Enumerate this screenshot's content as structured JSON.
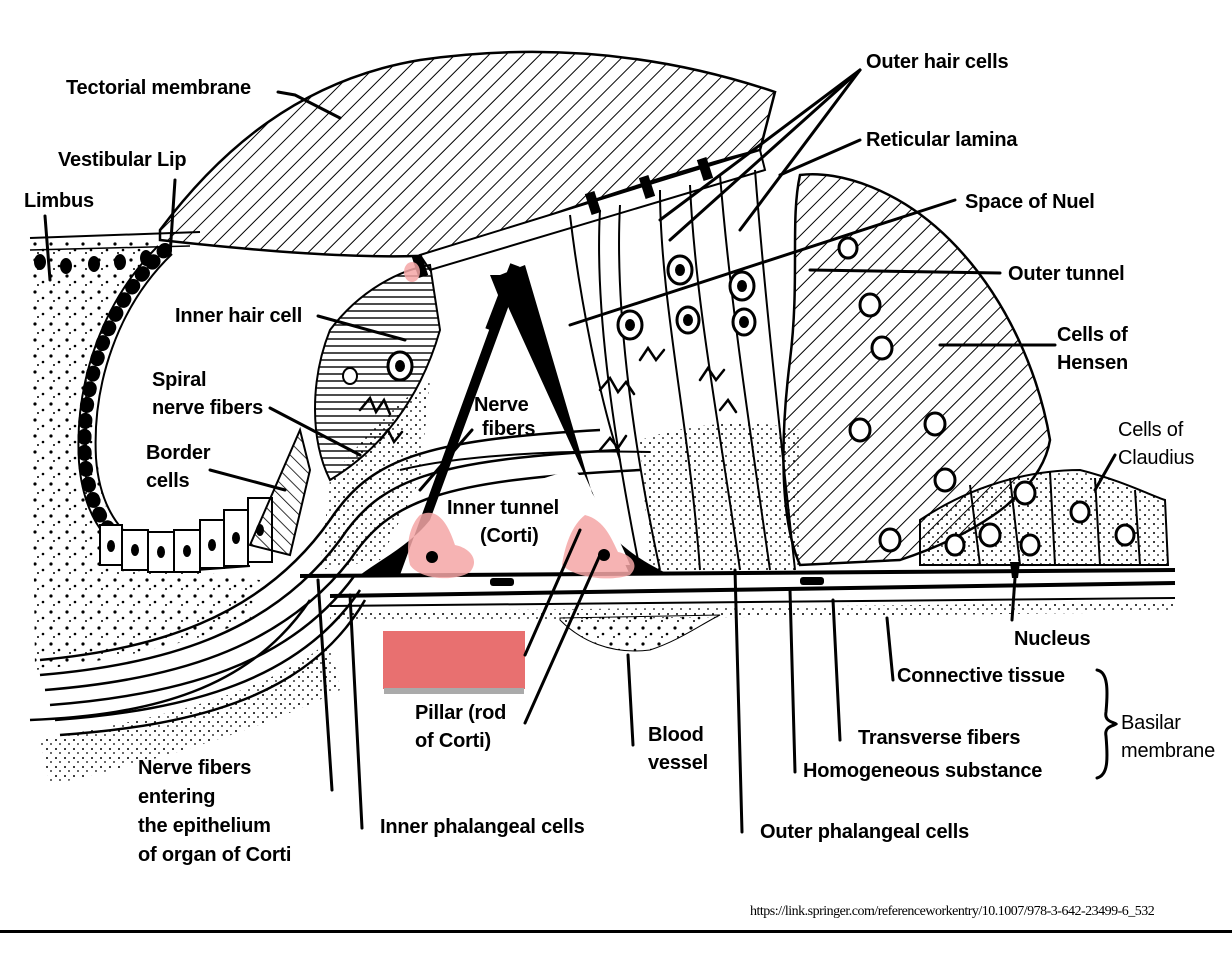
{
  "labels": {
    "tectorial_membrane": "Tectorial membrane",
    "vestibular_lip": "Vestibular Lip",
    "limbus": "Limbus",
    "inner_hair_cell": "Inner hair cell",
    "spiral_nerve_fibers_1": "Spiral",
    "spiral_nerve_fibers_2": "nerve fibers",
    "border_cells_1": "Border",
    "border_cells_2": "cells",
    "nerve_fibers_1": "Nerve",
    "nerve_fibers_2": "fibers",
    "inner_tunnel_1": "Inner tunnel",
    "inner_tunnel_2": "(Corti)",
    "outer_hair_cells": "Outer hair cells",
    "reticular_lamina": "Reticular lamina",
    "space_of_nuel": "Space of Nuel",
    "outer_tunnel": "Outer tunnel",
    "cells_of_hensen_1": "Cells of",
    "cells_of_hensen_2": "Hensen",
    "cells_of_claudius_1": "Cells of",
    "cells_of_claudius_2": "Claudius",
    "nucleus": "Nucleus",
    "connective_tissue": "Connective tissue",
    "basilar_membrane_1": "Basilar",
    "basilar_membrane_2": "membrane",
    "transverse_fibers": "Transverse fibers",
    "homogeneous_substance": "Homogeneous substance",
    "outer_phalangeal_cells": "Outer phalangeal cells",
    "blood_vessel_1": "Blood",
    "blood_vessel_2": "vessel",
    "pillar_1": "Pillar (rod",
    "pillar_2": "of Corti)",
    "inner_phalangeal_cells": "Inner phalangeal cells",
    "nerve_fibers_entering_1": "Nerve fibers",
    "nerve_fibers_entering_2": "entering",
    "nerve_fibers_entering_3": "the epithelium",
    "nerve_fibers_entering_4": "of organ of Corti"
  },
  "source_url": "https://link.springer.com/referenceworkentry/10.1007/978-3-642-23499-6_532",
  "colors": {
    "highlight_box": "#e87070",
    "highlight_blob": "#f4a6a6",
    "ink": "#000000"
  }
}
